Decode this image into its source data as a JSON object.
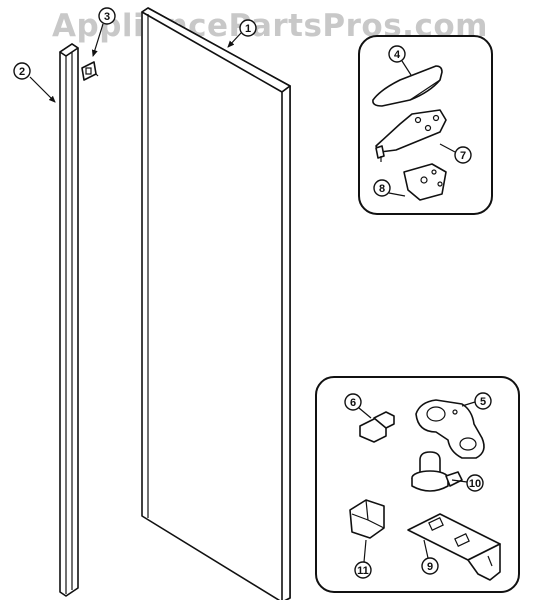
{
  "watermark": "AppliancePartsPros.com",
  "callouts": {
    "c2": "2",
    "c3": "3",
    "c1": "1",
    "c4": "4",
    "c7": "7",
    "c8": "8",
    "c6": "6",
    "c5": "5",
    "c10": "10",
    "c11": "11",
    "c9": "9"
  }
}
